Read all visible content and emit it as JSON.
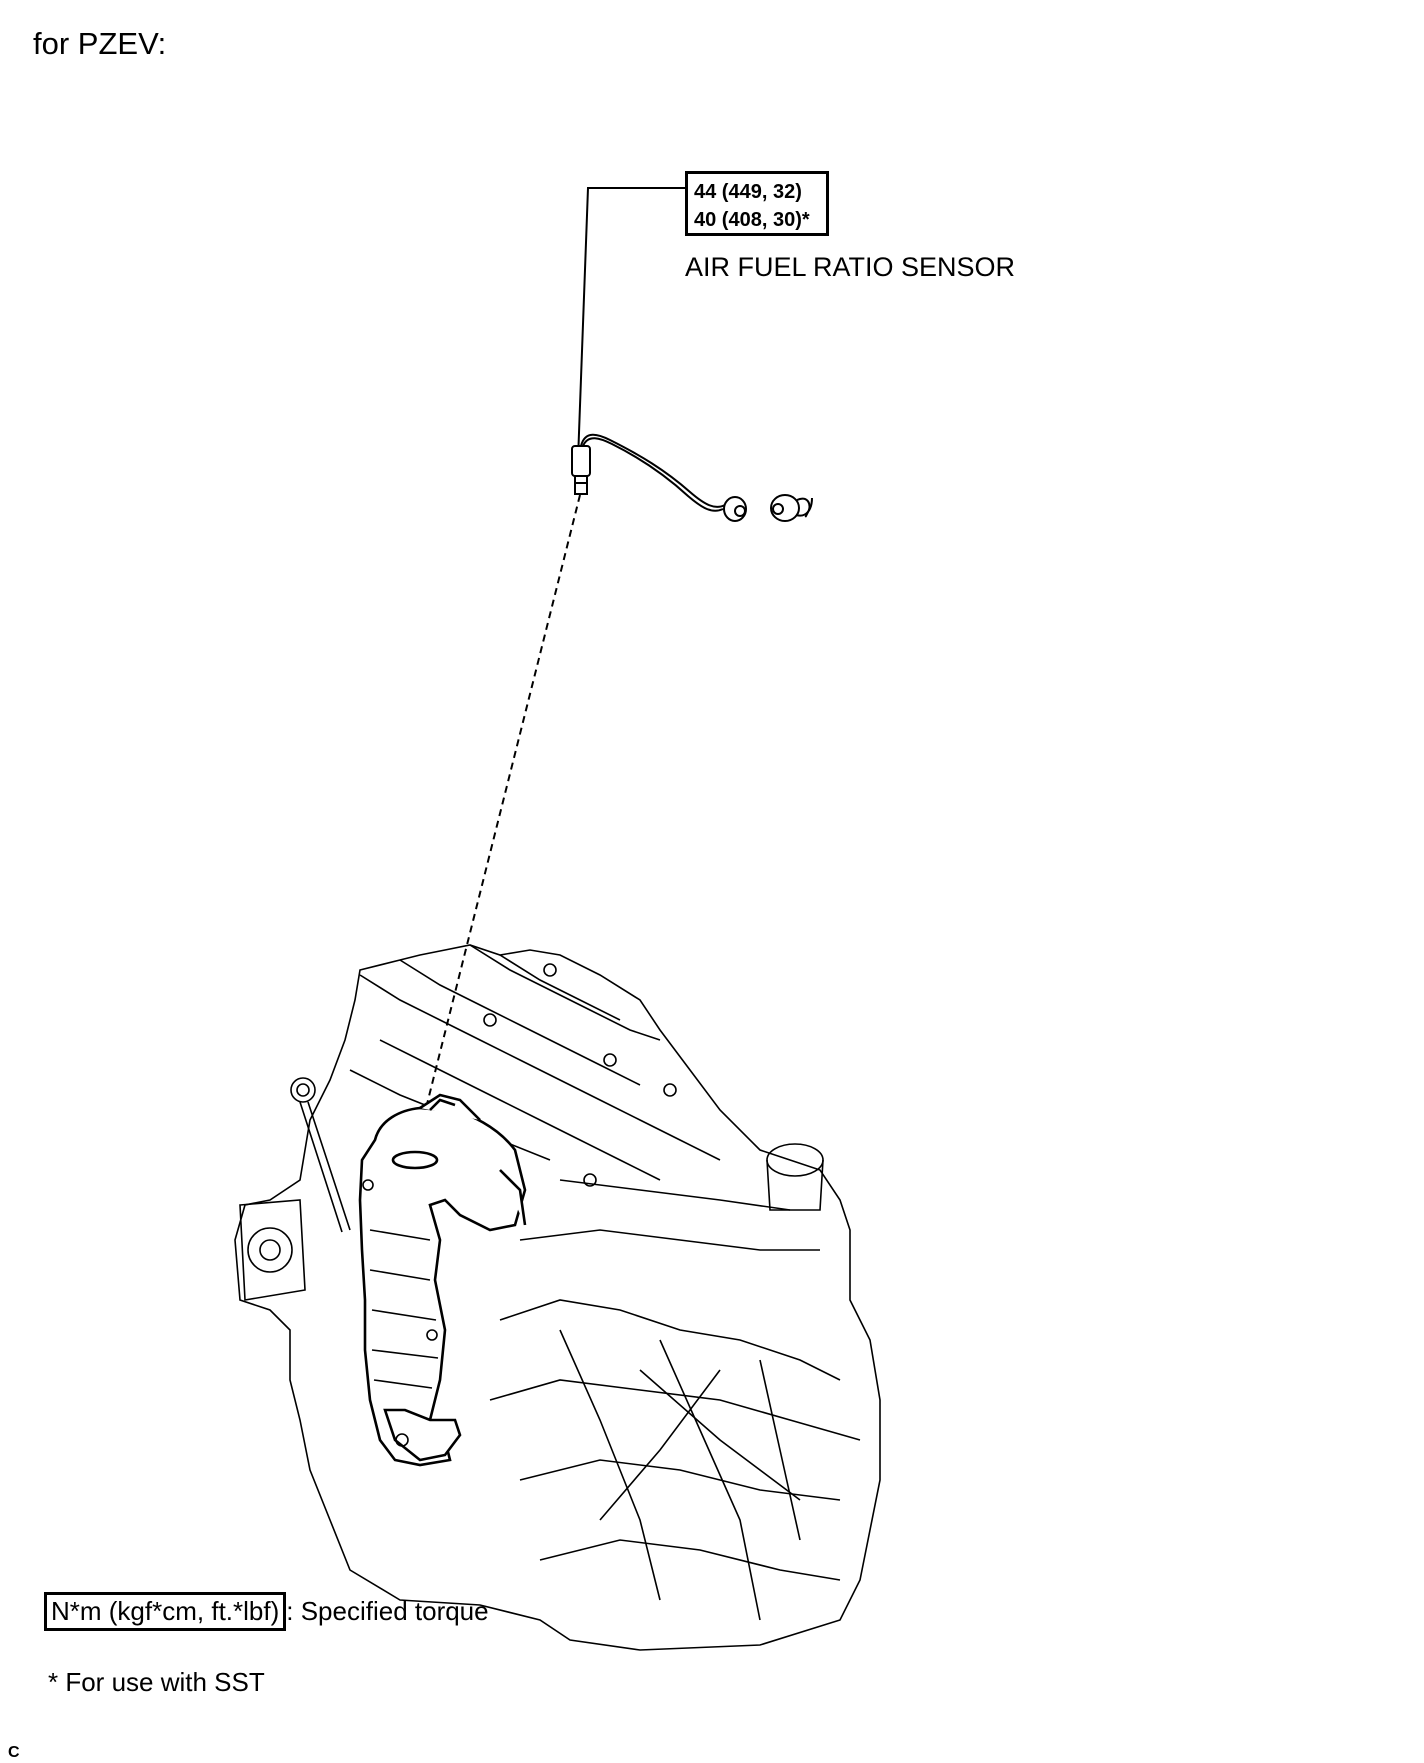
{
  "header": {
    "title": "for PZEV:"
  },
  "callout": {
    "torque_spec": "44 (449, 32)",
    "torque_spec_sst": "40 (408, 30)*",
    "part_name": "AIR FUEL RATIO SENSOR"
  },
  "legend": {
    "unit_box": "N*m (kgf*cm, ft.*lbf)",
    "description": ": Specified torque"
  },
  "footnote": "* For use with SST",
  "corner_mark": "C"
}
